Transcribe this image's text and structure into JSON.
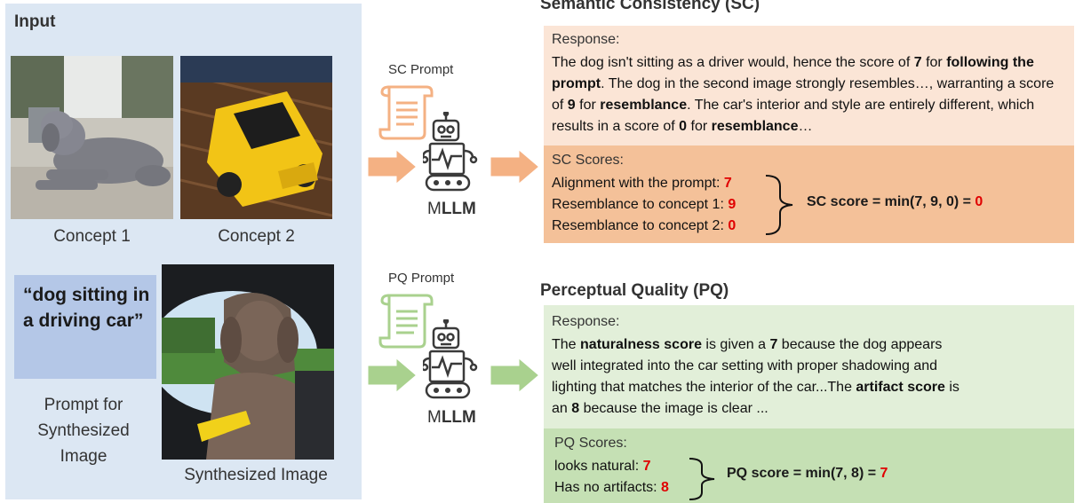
{
  "input": {
    "title": "Input",
    "concept1_caption": "Concept 1",
    "concept2_caption": "Concept 2",
    "prompt_text": "“dog sitting in a driving car”",
    "prompt_caption": "Prompt for Synthesized Image",
    "synth_caption": "Synthesized Image"
  },
  "mid": {
    "sc_prompt_label": "SC Prompt",
    "pq_prompt_label": "PQ Prompt",
    "mllm_prefix": "M",
    "mllm_bold": "LLM"
  },
  "sc": {
    "title": "Semantic Consistency (SC)",
    "response_label": "Response:",
    "response_parts": [
      {
        "t": "The dog isn't sitting as a driver would, hence the score of ",
        "b": false
      },
      {
        "t": "7",
        "b": true
      },
      {
        "t": " for ",
        "b": false
      },
      {
        "t": "following the prompt",
        "b": true
      },
      {
        "t": ". The dog in the second image strongly resembles…, warranting a score of ",
        "b": false
      },
      {
        "t": "9",
        "b": true
      },
      {
        "t": " for ",
        "b": false
      },
      {
        "t": "resemblance",
        "b": true
      },
      {
        "t": ". The car's interior and style are entirely different, which results in a score of ",
        "b": false
      },
      {
        "t": "0",
        "b": true
      },
      {
        "t": " for ",
        "b": false
      },
      {
        "t": "resemblance",
        "b": true
      },
      {
        "t": "…",
        "b": false
      }
    ],
    "scores_label": "SC Scores:",
    "scores": [
      {
        "label": "Alignment with the prompt: ",
        "value": "7"
      },
      {
        "label": "Resemblance to concept 1: ",
        "value": "9"
      },
      {
        "label": "Resemblance to concept 2: ",
        "value": "0"
      }
    ],
    "summary_text": "SC score = min(7, 9, 0) = ",
    "summary_value": "0"
  },
  "pq": {
    "title": "Perceptual Quality (PQ)",
    "response_label": "Response:",
    "response_parts": [
      {
        "t": "The ",
        "b": false
      },
      {
        "t": "naturalness score",
        "b": true
      },
      {
        "t": " is given a ",
        "b": false
      },
      {
        "t": "7",
        "b": true
      },
      {
        "t": " because the dog appears well integrated into the car setting with proper shadowing and lighting that matches the interior of the car...The ",
        "b": false
      },
      {
        "t": "artifact score",
        "b": true
      },
      {
        "t": " is an ",
        "b": false
      },
      {
        "t": "8",
        "b": true
      },
      {
        "t": " because the image is clear ...",
        "b": false
      }
    ],
    "scores_label": "PQ Scores:",
    "scores": [
      {
        "label": "looks natural: ",
        "value": "7"
      },
      {
        "label": "Has no artifacts: ",
        "value": "8"
      }
    ],
    "summary_text": "PQ score = min(7, 8) = ",
    "summary_value": "7"
  },
  "colors": {
    "input_bg": "#dce7f3",
    "prompt_box": "#b4c7e7",
    "sc_response_bg": "#fbe5d6",
    "sc_scores_bg": "#f4c199",
    "sc_accent": "#f4b183",
    "pq_response_bg": "#e2efd9",
    "pq_scores_bg": "#c5e0b4",
    "pq_accent": "#a9d18e",
    "score_red": "#e00000"
  }
}
